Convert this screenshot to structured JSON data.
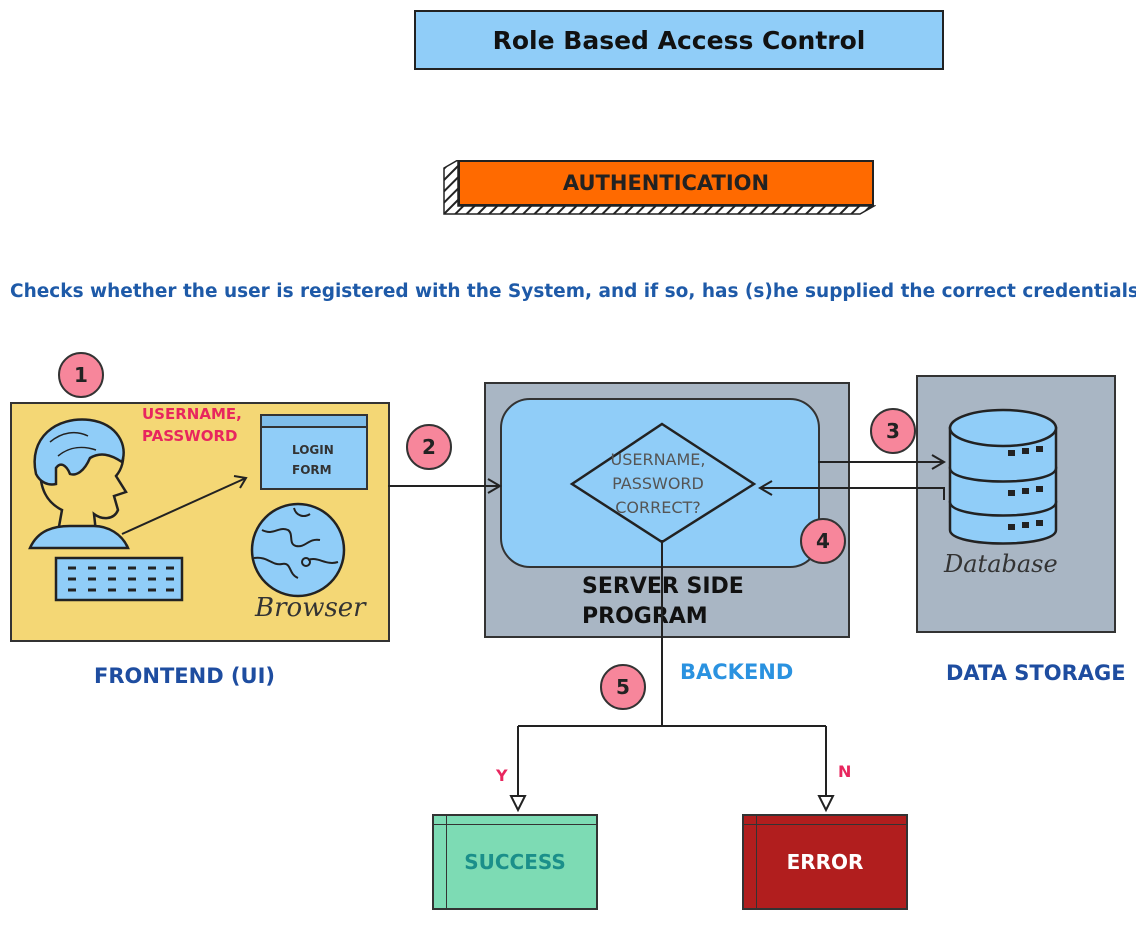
{
  "title": "Role Based Access Control",
  "section_banner": "AUTHENTICATION",
  "description": "Checks whether the user is registered with the System, and if so, has (s)he supplied the correct credentials",
  "steps": [
    "1",
    "2",
    "3",
    "4",
    "5"
  ],
  "frontend": {
    "credentials": "USERNAME,\nPASSWORD",
    "login_form": "LOGIN\nFORM",
    "browser": "Browser",
    "label": "FRONTEND (UI)"
  },
  "backend": {
    "decision": "USERNAME,\nPASSWORD\nCORRECT?",
    "program": "SERVER SIDE\nPROGRAM",
    "label": "BACKEND"
  },
  "storage": {
    "database": "Database",
    "label": "DATA STORAGE"
  },
  "outcomes": {
    "yes": "Y",
    "no": "N",
    "success": "SUCCESS",
    "error": "ERROR"
  },
  "colors": {
    "title_bg": "#90cdf8",
    "banner_bg": "#ff6a00",
    "frontend_bg": "#f4d775",
    "panel_gray": "#a9b6c4",
    "badge_pink": "#f7869b",
    "success_bg": "#7ddbb4",
    "error_bg": "#b11e1e"
  }
}
